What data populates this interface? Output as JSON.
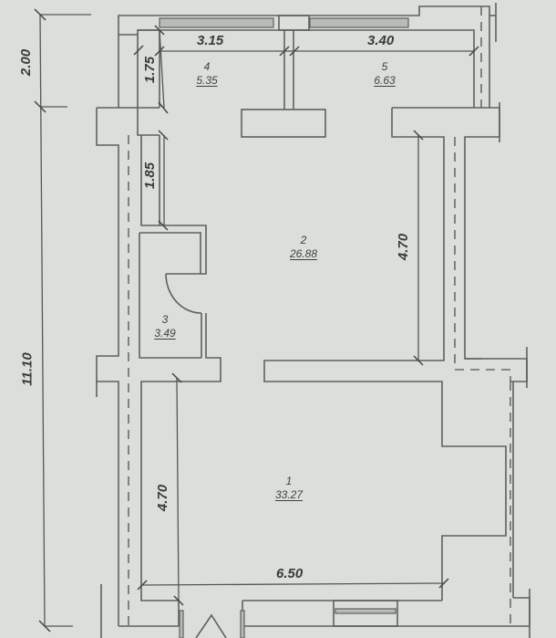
{
  "drawing": {
    "type": "floor-plan",
    "background_color": "#dcdedb",
    "line_color": "#5e605e"
  },
  "dimensions": {
    "top_left": "3.15",
    "top_right": "3.40",
    "left_overall_top": "2.00",
    "left_overall_main": "11.10",
    "room4_depth": "1.75",
    "corridor_segment": "1.85",
    "right_inner_wall": "4.70",
    "room1_depth": "4.70",
    "room1_width": "6.50"
  },
  "rooms": [
    {
      "number": "1",
      "area": "33.27"
    },
    {
      "number": "2",
      "area": "26.88"
    },
    {
      "number": "3",
      "area": "3.49"
    },
    {
      "number": "4",
      "area": "5.35"
    },
    {
      "number": "5",
      "area": "6.63"
    }
  ]
}
